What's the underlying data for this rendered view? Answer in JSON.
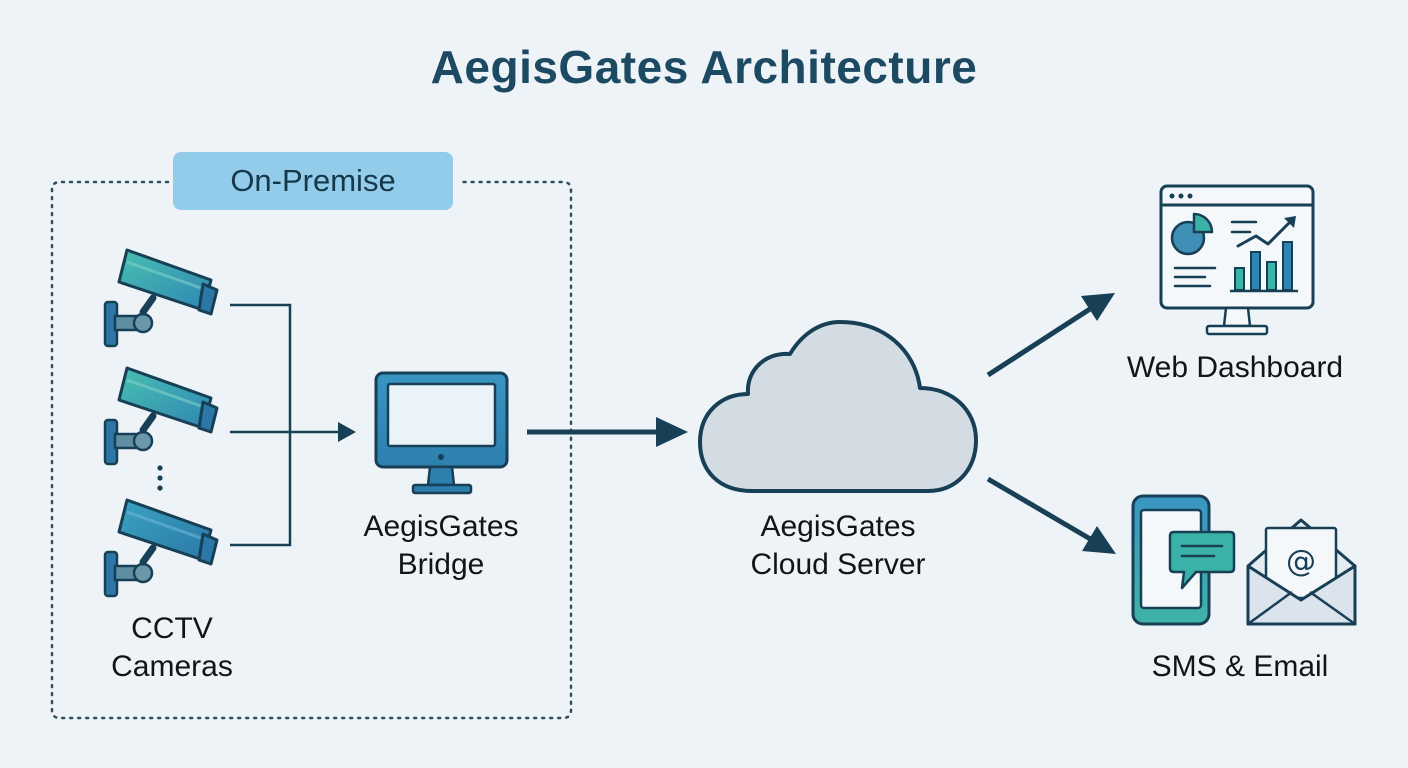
{
  "title": "AegisGates Architecture",
  "on_premise_label": "On-Premise",
  "nodes": {
    "cameras": {
      "line1": "CCTV",
      "line2": "Cameras",
      "icon": "cctv-camera-icon"
    },
    "bridge": {
      "line1": "AegisGates",
      "line2": "Bridge",
      "icon": "monitor-icon"
    },
    "cloud": {
      "line1": "AegisGates",
      "line2": "Cloud Server",
      "icon": "cloud-icon"
    },
    "dashboard": {
      "label": "Web Dashboard",
      "icon": "dashboard-monitor-icon"
    },
    "notify": {
      "label": "SMS & Email",
      "icon": "phone-and-envelope-icon"
    }
  },
  "colors": {
    "background": "#eef3f7",
    "title": "#1d4a63",
    "stroke": "#173f56",
    "tag": "#93cbea",
    "teal": "#3ab2a7",
    "blue": "#2f86b4",
    "cloud_fill": "#d3dbe3"
  }
}
